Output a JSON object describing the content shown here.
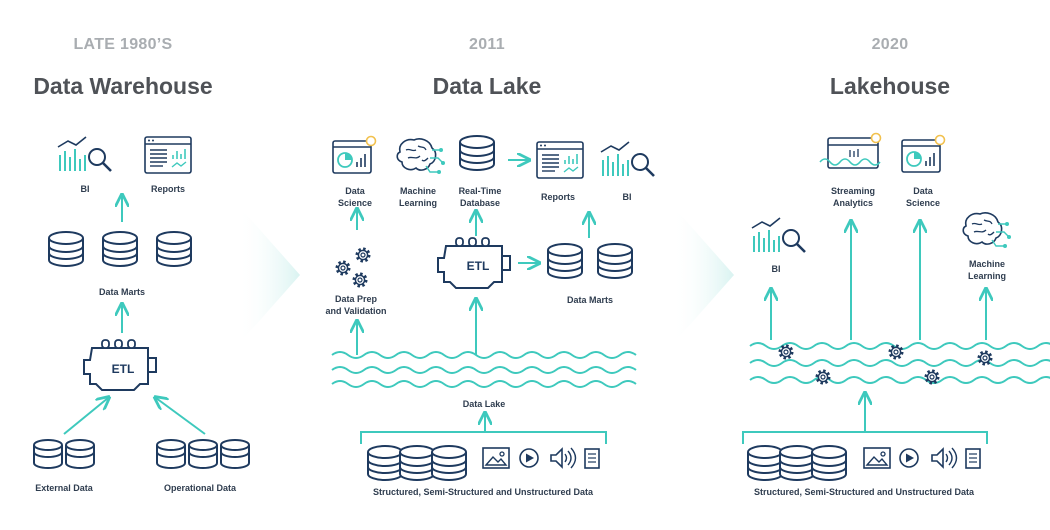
{
  "colors": {
    "accent": "#3ec9bd",
    "navy": "#1e3a5f",
    "era": "#a9adb1",
    "title": "#4f5257",
    "label": "#2f3d4f",
    "chevron": "#e6f7f6"
  },
  "warehouse": {
    "era": "LATE 1980’S",
    "title": "Data Warehouse",
    "bi": "BI",
    "reports": "Reports",
    "data_marts": "Data Marts",
    "etl": "ETL",
    "external_data": "External Data",
    "operational_data": "Operational Data"
  },
  "lake": {
    "era": "2011",
    "title": "Data Lake",
    "data_science": "Data\nScience",
    "machine_learning": "Machine\nLearning",
    "realtime_db": "Real-Time\nDatabase",
    "reports": "Reports",
    "bi": "BI",
    "data_prep": "Data Prep\nand Validation",
    "etl": "ETL",
    "data_marts": "Data Marts",
    "data_lake": "Data Lake",
    "sources": "Structured, Semi-Structured and Unstructured Data"
  },
  "lakehouse": {
    "era": "2020",
    "title": "Lakehouse",
    "streaming": "Streaming\nAnalytics",
    "data_science": "Data\nScience",
    "bi": "BI",
    "machine_learning": "Machine\nLearning",
    "sources": "Structured, Semi-Structured and Unstructured Data"
  }
}
